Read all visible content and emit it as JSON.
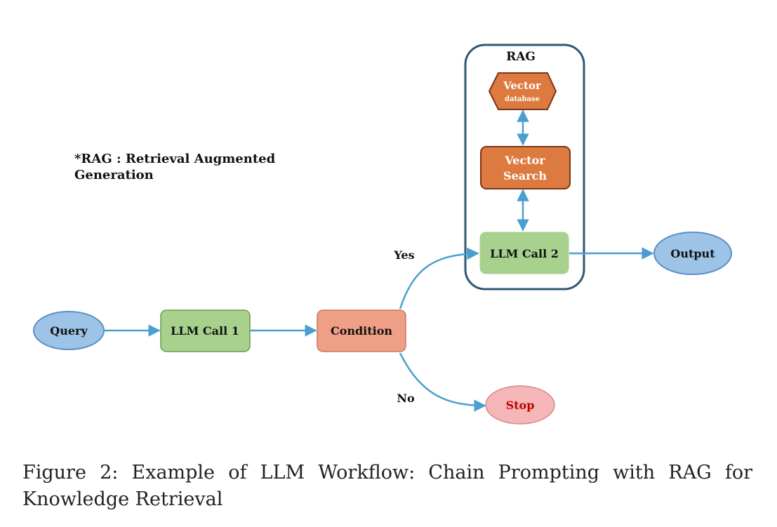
{
  "note": {
    "line1": "*RAG : Retrieval Augmented",
    "line2": "Generation"
  },
  "nodes": {
    "query": "Query",
    "llm_call_1": "LLM Call 1",
    "condition": "Condition",
    "llm_call_2": "LLM Call 2",
    "output": "Output",
    "stop": "Stop",
    "vector_search_line1": "Vector",
    "vector_search_line2": "Search",
    "vector_db_line1": "Vector",
    "vector_db_line2": "database"
  },
  "group": {
    "rag_title": "RAG"
  },
  "edges": {
    "yes": "Yes",
    "no": "No"
  },
  "caption": "Figure 2:  Example of LLM Workflow:  Chain Prompting with RAG for Knowledge Retrieval",
  "colors": {
    "ellipse_fill": "#9dc3e6",
    "ellipse_stroke": "#5b8fc7",
    "green_fill": "#a9d18e",
    "green_stroke": "#6a9a4c",
    "condition_fill": "#ee9f86",
    "condition_stroke": "#c97a62",
    "orange_fill": "#dd7a3f",
    "orange_stroke": "#7a3618",
    "stop_fill": "#f4b6b6",
    "stop_stroke": "#d98a8a",
    "stop_text": "#c00000",
    "arrow": "#4a9fd0",
    "rag_border": "#2f5874"
  }
}
